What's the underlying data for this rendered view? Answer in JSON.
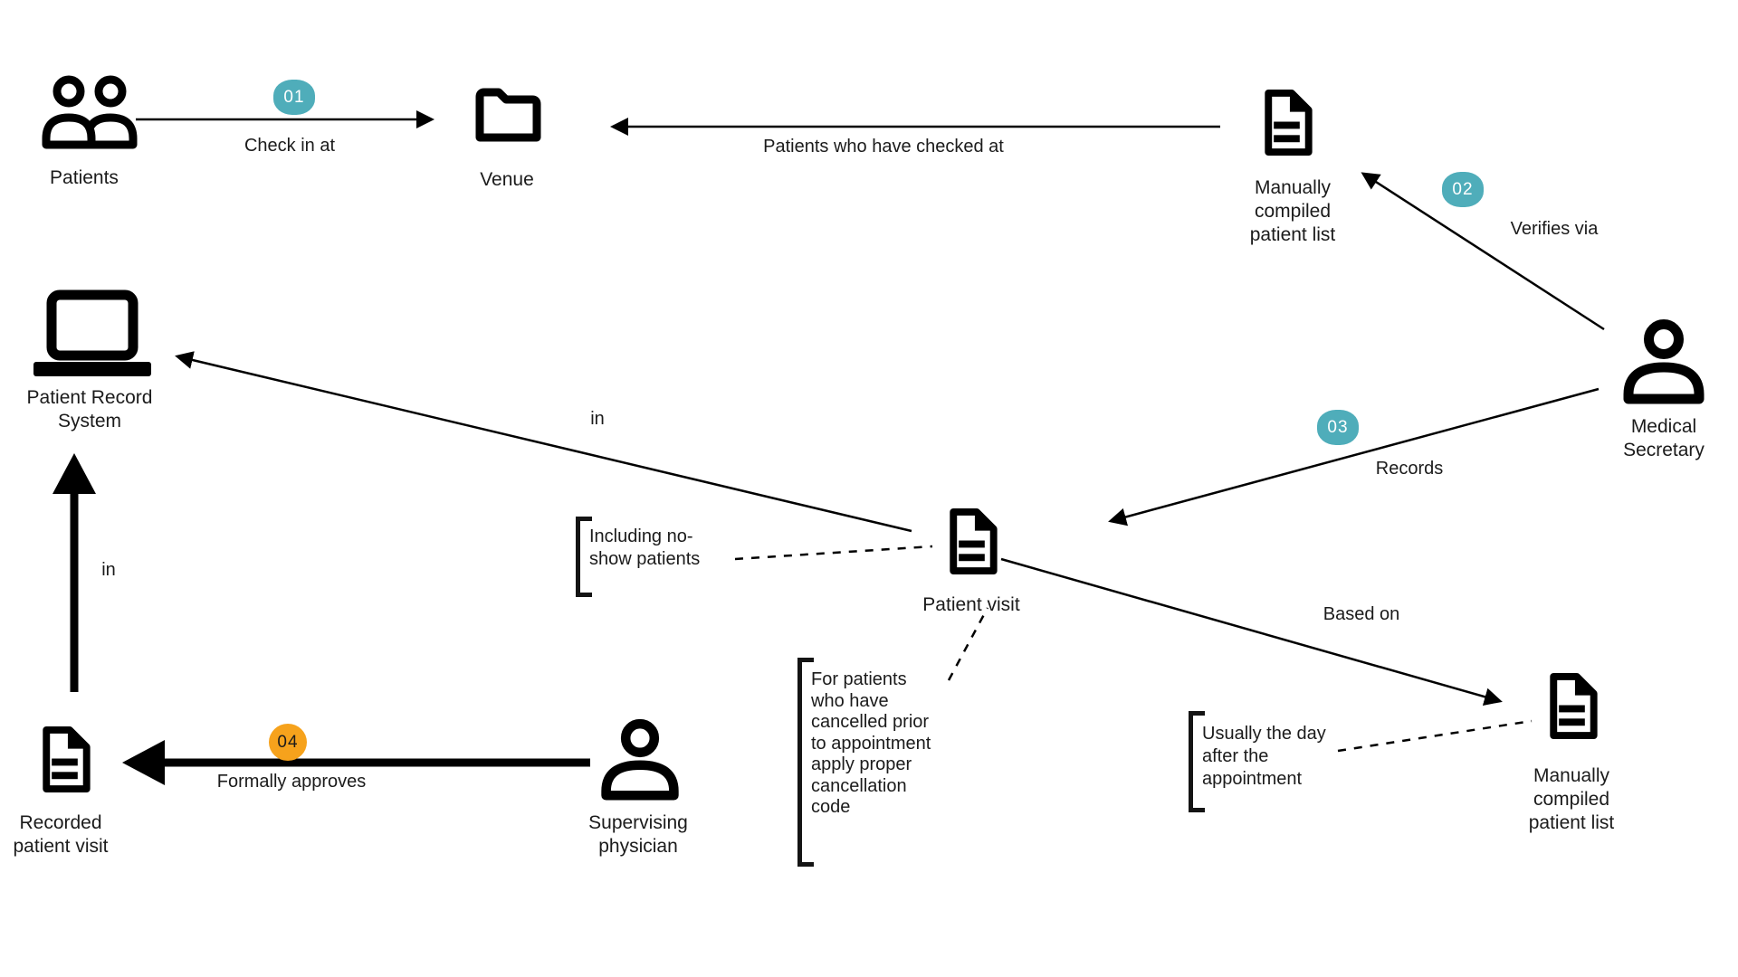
{
  "diagram": {
    "nodes": {
      "patients": "Patients",
      "venue": "Venue",
      "manual_list_top": "Manually\ncompiled\npatient list",
      "medical_secretary": "Medical\nSecretary",
      "patient_record_system": "Patient Record\nSystem",
      "patient_visit": "Patient visit",
      "recorded_patient_visit": "Recorded\npatient visit",
      "supervising_physician": "Supervising\nphysician",
      "manual_list_bottom": "Manually\ncompiled\npatient list"
    },
    "steps": {
      "s01": {
        "number": "01",
        "label": "Check in at",
        "color": "#4FADBA"
      },
      "s02": {
        "number": "02",
        "label": "Verifies via",
        "color": "#4FADBA"
      },
      "s03": {
        "number": "03",
        "label": "Records",
        "color": "#4FADBA"
      },
      "s04": {
        "number": "04",
        "label": "Formally approves",
        "color": "#F6A21C"
      }
    },
    "edge_labels": {
      "checked_at": "Patients who have checked at",
      "in_visit": "in",
      "in_recorded": "in",
      "based_on": "Based on"
    },
    "annotations": {
      "no_show": "Including no-\nshow patients",
      "cancellation": "For patients\nwho have\ncancelled prior\nto appointment\napply proper\ncancellation\ncode",
      "day_after": "Usually the day\nafter the\nappointment"
    },
    "colors": {
      "ink": "#000000",
      "step_teal": "#4FADBA",
      "step_orange": "#F6A21C"
    }
  }
}
